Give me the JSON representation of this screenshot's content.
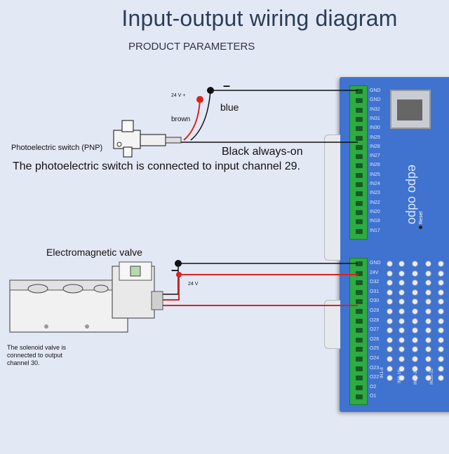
{
  "header": {
    "title": "Input-output wiring diagram",
    "subtitle": "PRODUCT PARAMETERS"
  },
  "photo_switch": {
    "voltage_label": "24 V +",
    "minus_sign": "–",
    "blue_label": "blue",
    "brown_label": "brown",
    "switch_label": "Photoelectric switch (PNP)",
    "black_label": "Black always-on",
    "description": "The photoelectric switch is connected to input channel 29."
  },
  "valve": {
    "label": "Electromagnetic valve",
    "minus_sign": "–",
    "voltage_label": "24 V",
    "description": "The solenoid valve is connected to output channel 30."
  },
  "board": {
    "brand": "edpo odpo",
    "reset_label": "Reset",
    "input_pins": [
      "GND",
      "GND",
      "IN32",
      "IN31",
      "IN30",
      "IN29",
      "IN28",
      "IN27",
      "IN26",
      "IN25",
      "IN24",
      "IN23",
      "IN22",
      "IN20",
      "IN18",
      "IN17"
    ],
    "output_pins": [
      "GND",
      "24V",
      "O32",
      "O31",
      "O30",
      "O29",
      "O28",
      "O27",
      "O26",
      "O25",
      "O24",
      "O23",
      "O22",
      "O2",
      "O1"
    ],
    "group_labels": [
      "IN1-8",
      "IN9-16",
      "IN17-24",
      "IN25-32"
    ]
  },
  "colors": {
    "board_blue": "#3f73cf",
    "terminal_green": "#2faa45",
    "wire_red": "#d9231d",
    "wire_black": "#111111"
  }
}
